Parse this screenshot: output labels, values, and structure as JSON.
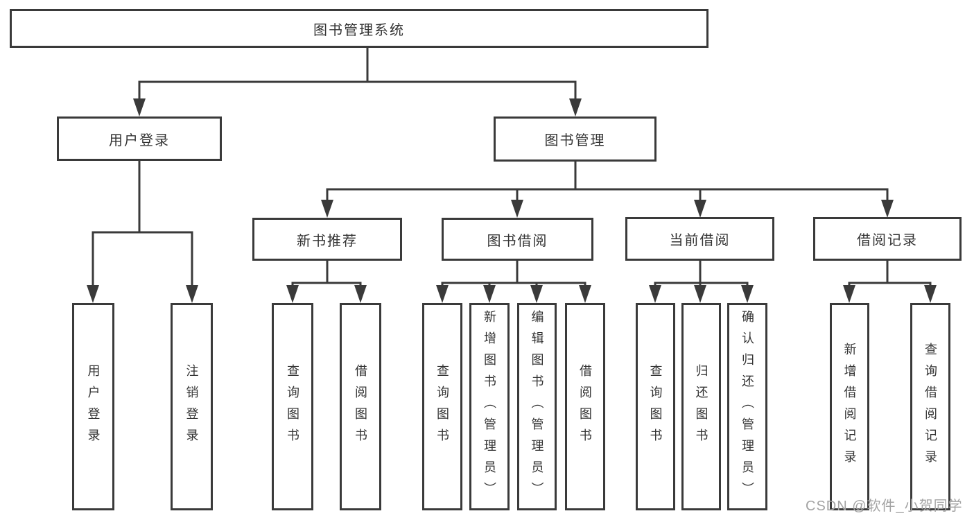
{
  "tree": {
    "label": "图书管理系统",
    "children": [
      {
        "label": "用户登录",
        "children": [
          {
            "label": "用户登录"
          },
          {
            "label": "注销登录"
          }
        ]
      },
      {
        "label": "图书管理",
        "children": [
          {
            "label": "新书推荐",
            "children": [
              {
                "label": "查询图书"
              },
              {
                "label": "借阅图书"
              }
            ]
          },
          {
            "label": "图书借阅",
            "children": [
              {
                "label": "查询图书"
              },
              {
                "label": "新增图书（管理员）"
              },
              {
                "label": "编辑图书（管理员）"
              },
              {
                "label": "借阅图书"
              }
            ]
          },
          {
            "label": "当前借阅",
            "children": [
              {
                "label": "查询图书"
              },
              {
                "label": "归还图书"
              },
              {
                "label": "确认归还（管理员）"
              }
            ]
          },
          {
            "label": "借阅记录",
            "children": [
              {
                "label": "新增借阅记录"
              },
              {
                "label": "查询借阅记录"
              }
            ]
          }
        ]
      }
    ]
  },
  "watermark": {
    "text": "CSDN @软件_小贺同学"
  },
  "colors": {
    "line": "#3a3a3a",
    "text": "#333333",
    "watermark": "#a3a3a3",
    "background": "#ffffff"
  }
}
